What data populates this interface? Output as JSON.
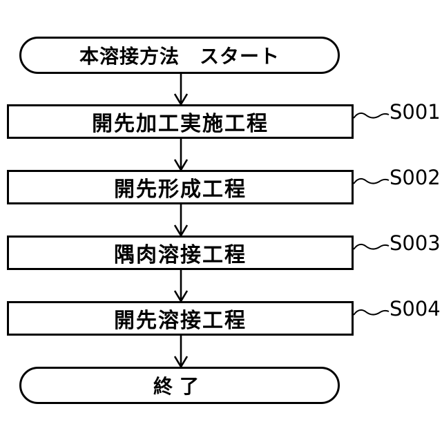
{
  "figure": {
    "type": "flowchart",
    "background_color": "#ffffff",
    "line_color": "#000000",
    "start_label": "本溶接方法　スタート",
    "end_label": "終了",
    "steps": [
      {
        "label": "開先加工実施工程",
        "ref": "S001"
      },
      {
        "label": "開先形成工程",
        "ref": "S002"
      },
      {
        "label": "隅肉溶接工程",
        "ref": "S003"
      },
      {
        "label": "開先溶接工程",
        "ref": "S004"
      }
    ]
  }
}
